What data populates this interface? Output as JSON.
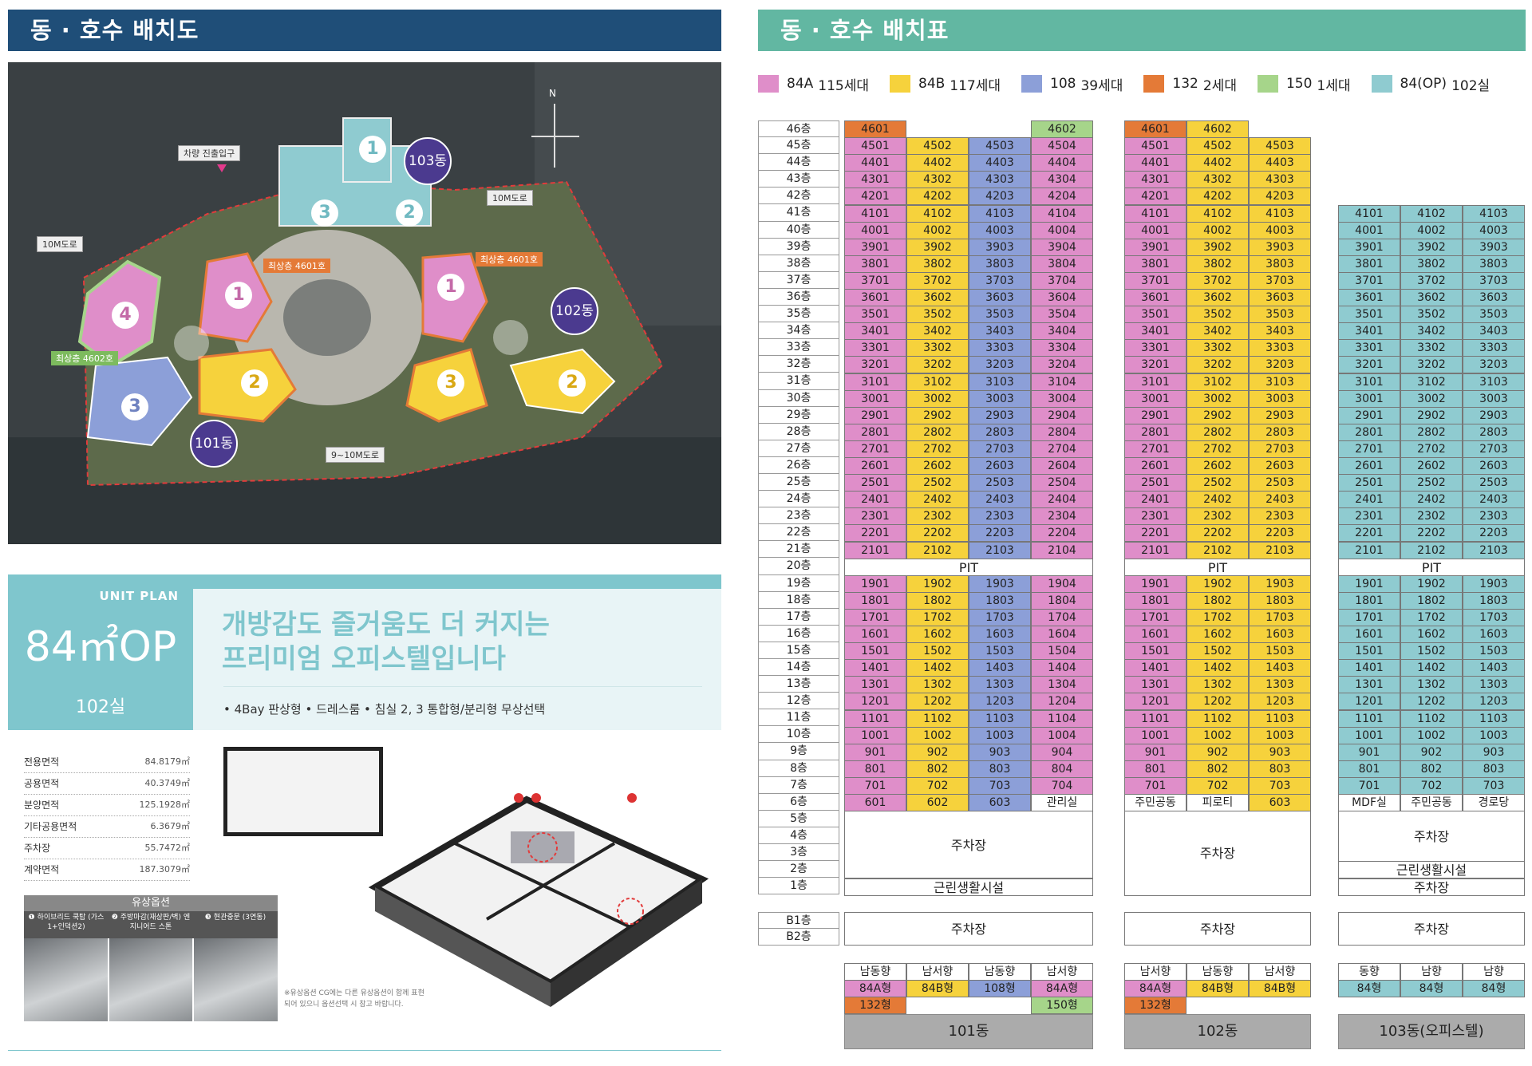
{
  "left_header": "동 · 호수 배치도",
  "right_header": "동 · 호수 배치표",
  "map": {
    "labels": {
      "entrance": "차량 진출입구",
      "road_10m_a": "10M도로",
      "road_10m_b": "10M도로",
      "road_bottom": "9~10M도로",
      "top_floor_101": "최상층 4601호",
      "top_floor_102": "최상층 4601호",
      "top_floor_4602": "최상층 4602호",
      "north": "N"
    },
    "buildings": [
      "101동",
      "102동",
      "103동"
    ],
    "wing_numbers": [
      "1",
      "2",
      "3",
      "4"
    ]
  },
  "unit_plan": {
    "kicker": "UNIT PLAN",
    "type": "84㎡OP",
    "count": "102실",
    "headline_1": "개방감도 즐거움도 더 커지는",
    "headline_2": "프리미엄 오피스텔입니다",
    "features": "• 4Bay 판상형   • 드레스룸   • 침실 2, 3 통합형/분리형 무상선택",
    "areas": [
      {
        "label": "전용면적",
        "value": "84.8179㎡"
      },
      {
        "label": "공용면적",
        "value": "40.3749㎡"
      },
      {
        "label": "분양면적",
        "value": "125.1928㎡"
      },
      {
        "label": "기타공용면적",
        "value": "6.3679㎡"
      },
      {
        "label": "주차장",
        "value": "55.7472㎡"
      },
      {
        "label": "계약면적",
        "value": "187.3079㎡"
      }
    ],
    "options_title": "유상옵션",
    "options": [
      "❶ 하이브리드 쿡탑 (가스1+인덕션2)",
      "❷ 주방마감(재상판/벽) 엔지니어드 스톤",
      "❸ 현관중문 (3연동)"
    ],
    "note": "※유상옵션 CG에는 다른 유상옵션이 함께 표현되어 있으니 옵션선택 시 참고 바랍니다."
  },
  "legend": [
    {
      "type": "84A",
      "count": "115세대",
      "color": "#df8ec9"
    },
    {
      "type": "84B",
      "count": "117세대",
      "color": "#f6d23c"
    },
    {
      "type": "108",
      "count": "39세대",
      "color": "#8c9fd8"
    },
    {
      "type": "132",
      "count": "2세대",
      "color": "#e47a37"
    },
    {
      "type": "150",
      "count": "1세대",
      "color": "#a6d58a"
    },
    {
      "type": "84(OP)",
      "count": "102실",
      "color": "#8fcbd0"
    }
  ],
  "floors": [
    "46층",
    "45층",
    "44층",
    "43층",
    "42층",
    "41층",
    "40층",
    "39층",
    "38층",
    "37층",
    "36층",
    "35층",
    "34층",
    "33층",
    "32층",
    "31층",
    "30층",
    "29층",
    "28층",
    "27층",
    "26층",
    "25층",
    "24층",
    "23층",
    "22층",
    "21층",
    "20층",
    "19층",
    "18층",
    "17층",
    "16층",
    "15층",
    "14층",
    "13층",
    "12층",
    "11층",
    "10층",
    "9층",
    "8층",
    "7층",
    "6층",
    "5층",
    "4층",
    "3층",
    "2층",
    "1층"
  ],
  "basement_floors": [
    "B1층",
    "B2층"
  ],
  "b101": {
    "top_row": [
      "4601",
      "4602"
    ],
    "floor6": [
      "601",
      "602",
      "603",
      "관리실"
    ],
    "pit": "PIT",
    "parking": "주차장",
    "retail": "근린생활시설",
    "basement": "주차장",
    "directions": [
      "남동향",
      "남서향",
      "남동향",
      "남서향"
    ],
    "types": [
      "84A형",
      "84B형",
      "108형",
      "84A형"
    ],
    "types2": [
      "132형",
      "",
      "",
      "150형"
    ],
    "name": "101동"
  },
  "b102": {
    "top_row": [
      "4601",
      "4602"
    ],
    "floor6": [
      "주민공동",
      "피로티",
      "603"
    ],
    "pit": "PIT",
    "parking": "주차장",
    "basement": "주차장",
    "directions": [
      "남서향",
      "남동향",
      "남서향"
    ],
    "types": [
      "84A형",
      "84B형",
      "84B형"
    ],
    "types2": [
      "132형"
    ],
    "name": "102동"
  },
  "b103": {
    "floor6": [
      "MDF실",
      "주민공동",
      "경로당"
    ],
    "pit": "PIT",
    "parking": "주차장",
    "retail": "근린생활시설",
    "ground": "주차장",
    "basement": "주차장",
    "directions": [
      "동향",
      "남향",
      "남향"
    ],
    "types": [
      "84형",
      "84형",
      "84형"
    ],
    "name": "103동(오피스텔)"
  }
}
